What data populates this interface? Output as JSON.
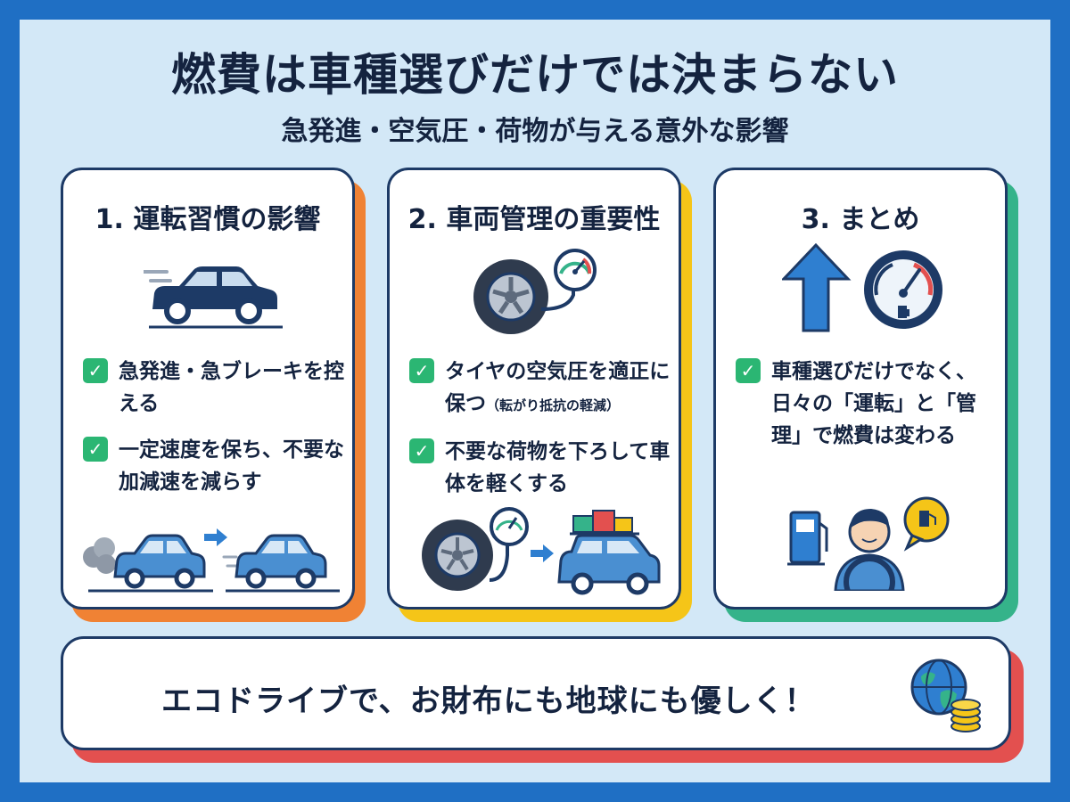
{
  "header": {
    "title": "燃費は車種選びだけでは決まらない",
    "subtitle": "急発進・空気圧・荷物が与える意外な影響"
  },
  "cards": [
    {
      "title": "1. 運転習慣の影響",
      "items": [
        {
          "text": "急発進・急ブレーキを控える"
        },
        {
          "text": "一定速度を保ち、不要な加減速を減らす"
        }
      ],
      "shadow_color": "#f08234"
    },
    {
      "title": "2. 車両管理の重要性",
      "items": [
        {
          "text": "タイヤの空気圧を適正に保つ",
          "note": "（転がり抵抗の軽減）"
        },
        {
          "text": "不要な荷物を下ろして車体を軽くする"
        }
      ],
      "shadow_color": "#f5c518"
    },
    {
      "title": "3. まとめ",
      "items": [
        {
          "text": "車種選びだけでなく、日々の「運転」と「管理」で燃費は変わる"
        }
      ],
      "shadow_color": "#35b38a"
    }
  ],
  "banner": {
    "text": "エコドライブで、お財布にも地球にも優しく！"
  },
  "icons": {
    "check": "✓",
    "arrow_right": "➜"
  },
  "colors": {
    "background": "#1f6fc4",
    "panel": "#d3e8f7",
    "navy": "#1d3a66",
    "check_green": "#2bb673",
    "car_blue": "#4a8fd1",
    "banner_shadow": "#e3504f"
  }
}
